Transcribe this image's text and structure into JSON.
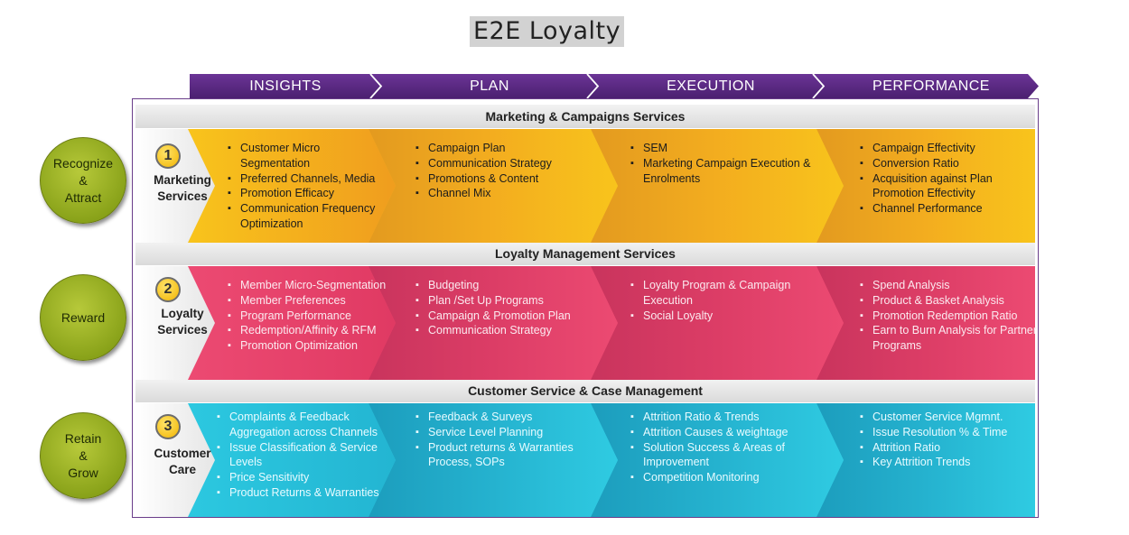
{
  "title": "E2E Loyalty",
  "phases": [
    "INSIGHTS",
    "PLAN",
    "EXECUTION",
    "PERFORMANCE"
  ],
  "colors": {
    "phase_bar": "#5b2b82",
    "marketing": "#f5b21e",
    "loyalty": "#e8406a",
    "customer": "#2bc3db",
    "stage_circle": "#8fa81c",
    "frame": "#6a3d8a"
  },
  "stages": [
    {
      "lines": [
        "Recognize",
        "&",
        "Attract"
      ]
    },
    {
      "lines": [
        "Reward"
      ]
    },
    {
      "lines": [
        "Retain",
        "&",
        "Grow"
      ]
    }
  ],
  "sections": [
    {
      "header": "Marketing & Campaigns Services",
      "number": "1",
      "label_lines": [
        "Marketing",
        "Services"
      ],
      "cells": [
        [
          "Customer Micro Segmentation",
          "Preferred Channels, Media",
          "Promotion Efficacy",
          "Communication Frequency Optimization"
        ],
        [
          "Campaign Plan",
          "Communication Strategy",
          "Promotions & Content",
          "Channel Mix"
        ],
        [
          "SEM",
          "Marketing Campaign Execution & Enrolments"
        ],
        [
          "Campaign Effectivity",
          "Conversion Ratio",
          "Acquisition against Plan Promotion Effectivity",
          "Channel Performance"
        ]
      ]
    },
    {
      "header": "Loyalty Management Services",
      "number": "2",
      "label_lines": [
        "Loyalty",
        "Services"
      ],
      "cells": [
        [
          "Member Micro-Segmentation",
          "Member Preferences",
          "Program Performance",
          "Redemption/Affinity & RFM",
          "Promotion Optimization"
        ],
        [
          "Budgeting",
          "Plan /Set Up Programs",
          "Campaign & Promotion Plan",
          "Communication Strategy"
        ],
        [
          "Loyalty Program & Campaign Execution",
          "Social Loyalty"
        ],
        [
          "Spend Analysis",
          "Product & Basket Analysis",
          "Promotion Redemption Ratio",
          "Earn to Burn Analysis for Partner Programs"
        ]
      ]
    },
    {
      "header": "Customer Service & Case Management",
      "number": "3",
      "label_lines": [
        "Customer",
        "Care"
      ],
      "cells": [
        [
          "Complaints & Feedback Aggregation across Channels",
          "Issue Classification & Service Levels",
          "Price Sensitivity",
          "Product Returns & Warranties"
        ],
        [
          "Feedback & Surveys",
          "Service Level Planning",
          "Product returns & Warranties Process, SOPs"
        ],
        [
          "Attrition Ratio & Trends",
          "Attrition Causes & weightage",
          "Solution Success & Areas of Improvement",
          "Competition Monitoring"
        ],
        [
          "Customer Service Mgmnt.",
          "Issue Resolution % & Time",
          "Attrition Ratio",
          "Key Attrition Trends"
        ]
      ]
    }
  ]
}
